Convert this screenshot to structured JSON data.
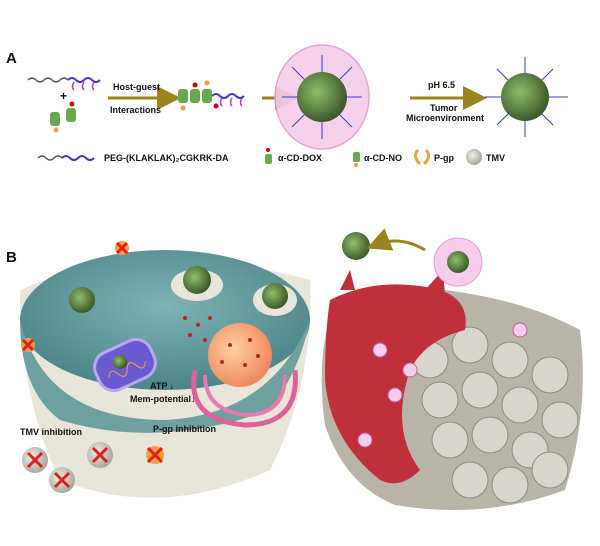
{
  "panel_a": {
    "label": "A",
    "plus": "+",
    "step1_line1": "Host-guest",
    "step1_line2": "Interactions",
    "step3_line1": "pH 6.5",
    "step3_line2": "Tumor",
    "step3_line3": "Microenvironment"
  },
  "legend": {
    "peptide": "PEG-(KLAKLAK)₂CGKRK-DA",
    "dox": "α-CD-DOX",
    "no": "α-CD-NO",
    "pgp": "P-gp",
    "tmv": "TMV"
  },
  "panel_b": {
    "label": "B",
    "atp": "ATP ↓",
    "mem": "Mem-potential↓",
    "tmv_inhibition": "TMV inhibition",
    "pgp_inhibition": "P-gp inhibition"
  },
  "colors": {
    "arrow": "#9a8420",
    "micelle_shell": "#f2b5e0",
    "cd_green": "#6aa84f",
    "peg": "#555555",
    "peptide": "#3a3ad0",
    "side_chain": "#c040d0",
    "cytoplasm": "#5f9aa0",
    "tissue": "#c0303a",
    "inhibit": "#e02020"
  }
}
